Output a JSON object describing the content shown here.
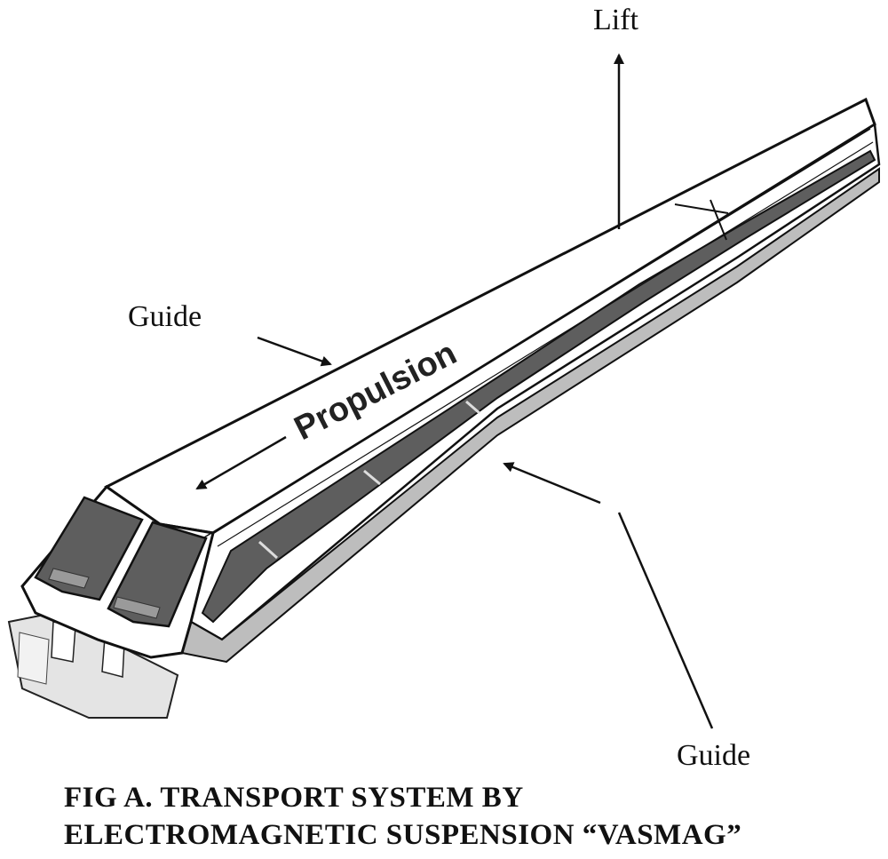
{
  "labels": {
    "lift": "Lift",
    "guide_top": "Guide",
    "guide_bottom": "Guide",
    "propulsion": "Propulsion"
  },
  "caption": {
    "line1": "FIG A.  TRANSPORT SYSTEM BY",
    "line2": "ELECTROMAGNETIC SUSPENSION “VASMAG”"
  },
  "colors": {
    "ink": "#111111",
    "window": "#5e5e5e",
    "body": "#ffffff",
    "track": "#dcdcdc"
  }
}
